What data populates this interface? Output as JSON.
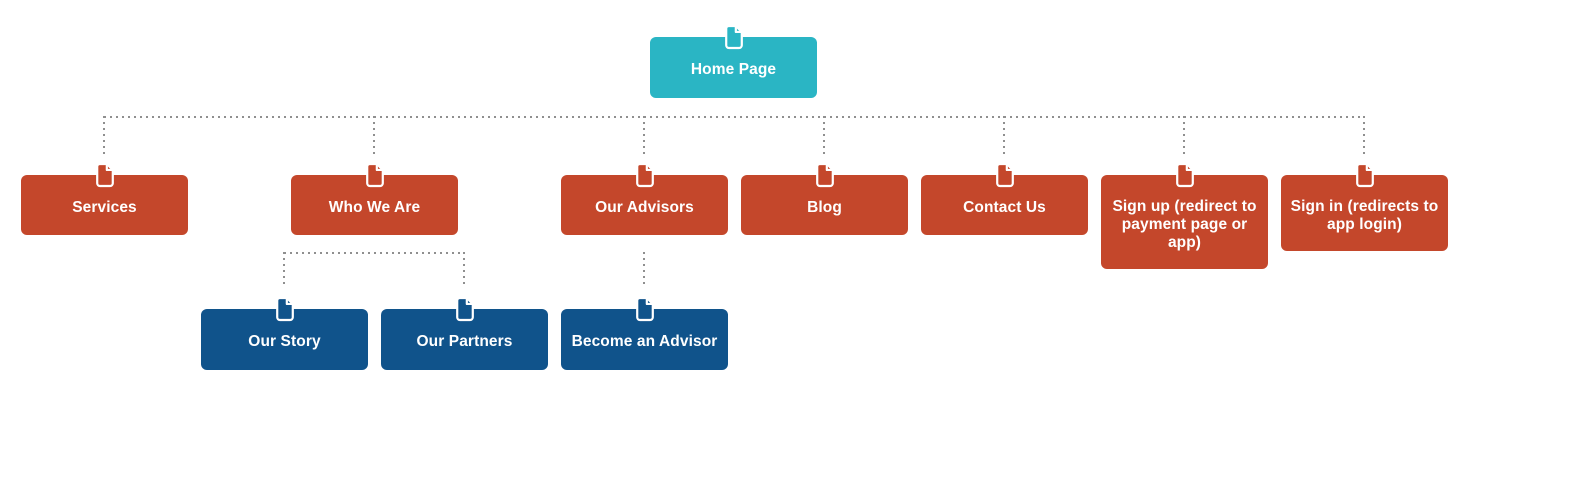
{
  "diagram": {
    "kind": "sitemap-tree",
    "colors": {
      "home-fill": "#2ab5c4",
      "level2-fill": "#c4472b",
      "level3-fill": "#10538b",
      "connector": "#8f8f8f",
      "label-text": "#ffffff"
    },
    "nodes": {
      "home": {
        "label": "Home Page",
        "icon": "page",
        "level": 1
      },
      "services": {
        "label": "Services",
        "icon": "page",
        "level": 2,
        "parent": "home"
      },
      "who_we_are": {
        "label": "Who We Are",
        "icon": "page",
        "level": 2,
        "parent": "home"
      },
      "our_advisors": {
        "label": "Our Advisors",
        "icon": "page",
        "level": 2,
        "parent": "home"
      },
      "blog": {
        "label": "Blog",
        "icon": "page",
        "level": 2,
        "parent": "home"
      },
      "contact_us": {
        "label": "Contact Us",
        "icon": "page",
        "level": 2,
        "parent": "home"
      },
      "sign_up": {
        "label": "Sign up (redirect to payment page or app)",
        "icon": "page",
        "level": 2,
        "parent": "home"
      },
      "sign_in": {
        "label": "Sign in (redirects to app login)",
        "icon": "page",
        "level": 2,
        "parent": "home"
      },
      "our_story": {
        "label": "Our Story",
        "icon": "page",
        "level": 3,
        "parent": "who_we_are"
      },
      "our_partners": {
        "label": "Our Partners",
        "icon": "page",
        "level": 3,
        "parent": "who_we_are"
      },
      "become_an_advisor": {
        "label": "Become an Advisor",
        "icon": "page",
        "level": 3,
        "parent": "our_advisors"
      }
    }
  }
}
